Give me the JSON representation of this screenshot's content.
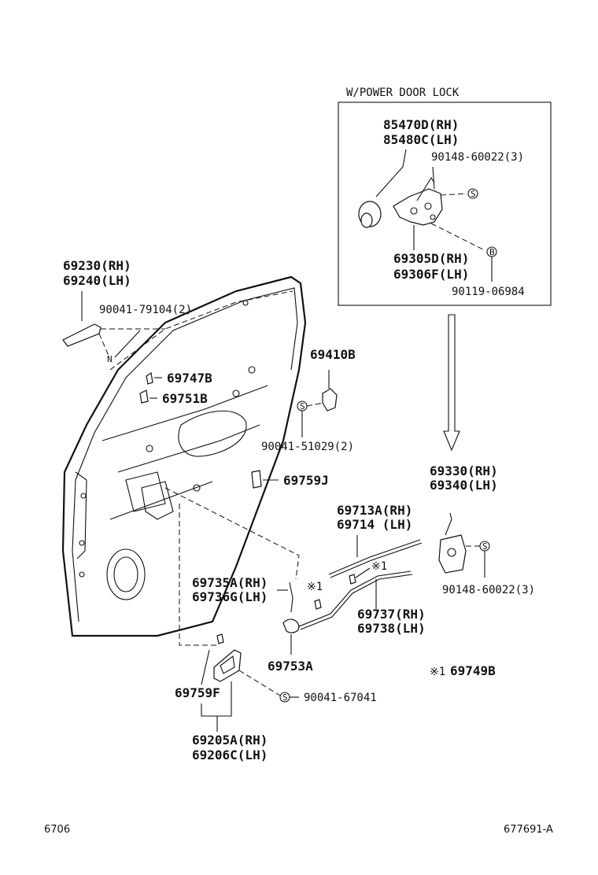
{
  "box_title": "W/POWER DOOR LOCK",
  "labels": {
    "p85470": "85470D(RH)",
    "p85480": "85480C(LH)",
    "p90148a": "90148-60022(3)",
    "p69305": "69305D(RH)",
    "p69306": "69306F(LH)",
    "p90119": "90119-06984",
    "p69230": "69230(RH)",
    "p69240": "69240(LH)",
    "p90041a": "90041-79104(2)",
    "p69410": "69410B",
    "p69747": "69747B",
    "p69751": "69751B",
    "p90041b": "90041-51029(2)",
    "p69759j": "69759J",
    "p69330": "69330(RH)",
    "p69340": "69340(LH)",
    "p69713": "69713A(RH)",
    "p69714": "69714 (LH)",
    "p90148b": "90148-60022(3)",
    "p69735": "69735A(RH)",
    "p69736": "69736G(LH)",
    "p69737": "69737(RH)",
    "p69738": "69738(LH)",
    "p69753": "69753A",
    "p69749": "69749B",
    "p69759f": "69759F",
    "p90041c": "90041-67041",
    "p69205": "69205A(RH)",
    "p69206": "69206C(LH)"
  },
  "marks": {
    "ref1": "※1",
    "ref2": "※1",
    "ref3": "※1",
    "s1": "S",
    "s2": "S",
    "s3": "S",
    "s4": "S",
    "b1": "B",
    "n1": "N"
  },
  "footer": {
    "left": "6706",
    "right": "677691-A"
  }
}
